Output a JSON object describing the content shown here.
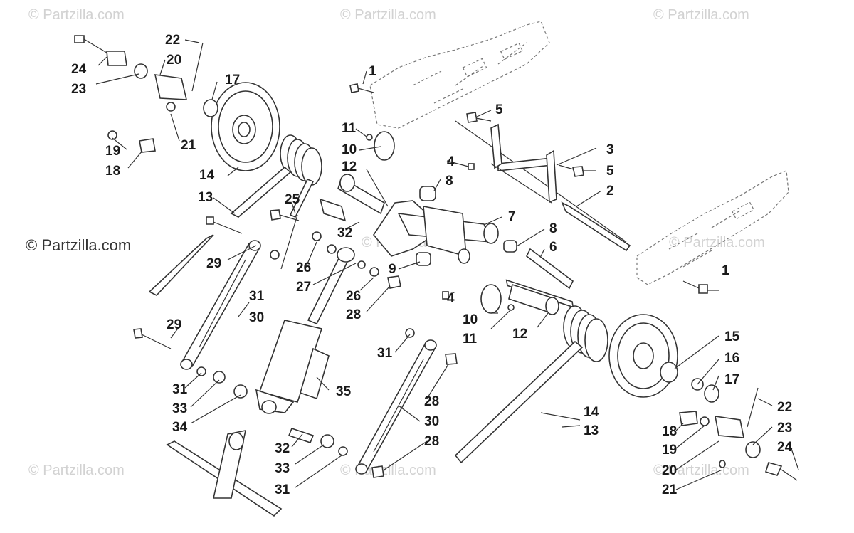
{
  "watermark": "© Partzilla.com",
  "credit": "© Partzilla.com",
  "callouts": [
    "1",
    "1",
    "2",
    "3",
    "4",
    "4",
    "5",
    "5",
    "6",
    "7",
    "8",
    "8",
    "9",
    "10",
    "10",
    "11",
    "11",
    "12",
    "12",
    "13",
    "13",
    "14",
    "14",
    "15",
    "16",
    "17",
    "17",
    "18",
    "18",
    "19",
    "19",
    "20",
    "20",
    "21",
    "21",
    "22",
    "22",
    "23",
    "23",
    "24",
    "24",
    "25",
    "26",
    "26",
    "27",
    "28",
    "28",
    "28",
    "29",
    "29",
    "30",
    "30",
    "31",
    "31",
    "31",
    "31",
    "32",
    "32",
    "33",
    "33",
    "34",
    "35"
  ]
}
